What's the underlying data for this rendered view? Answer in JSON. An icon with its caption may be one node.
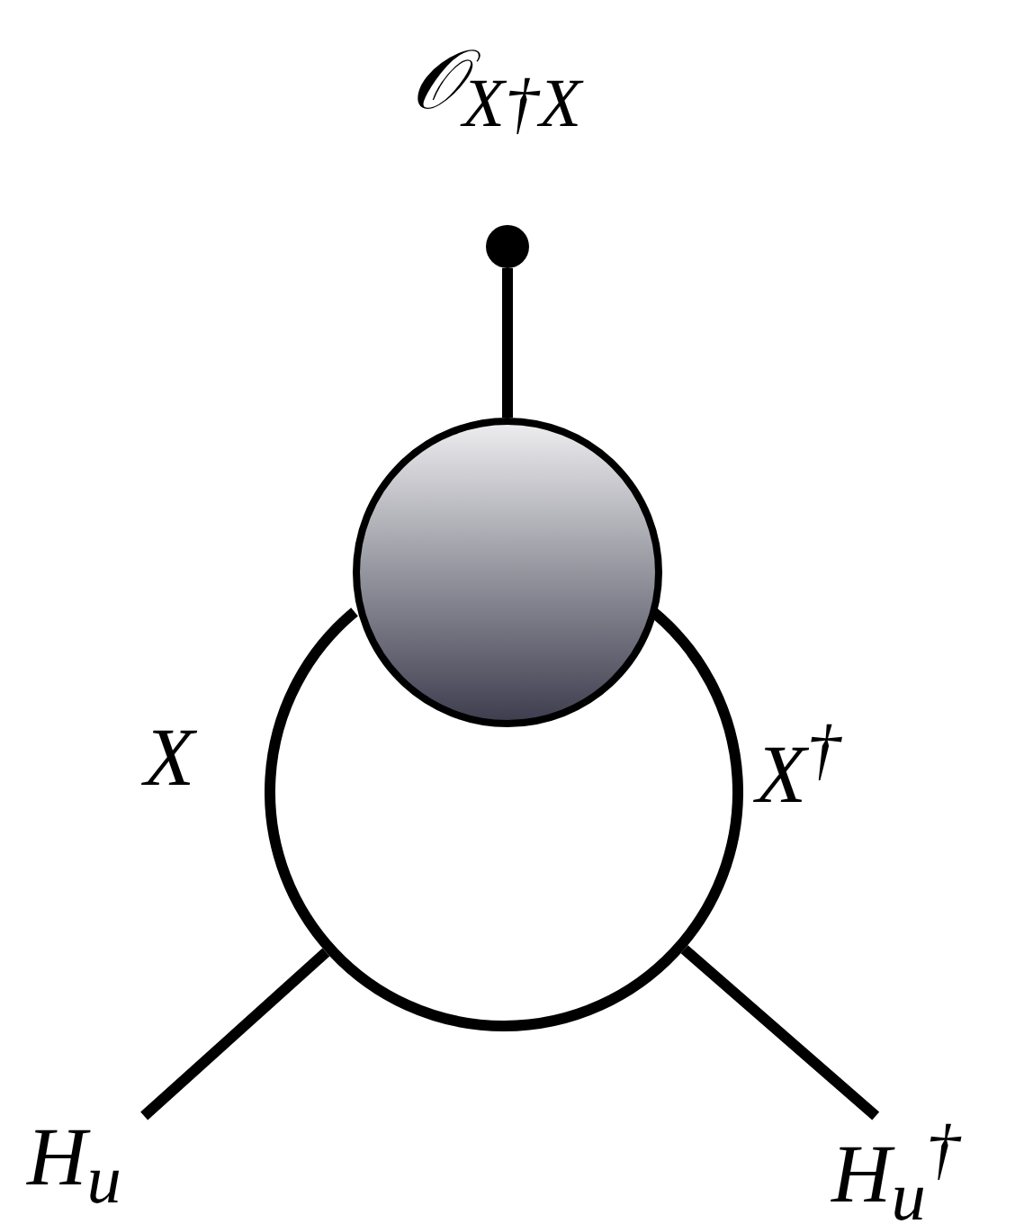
{
  "diagram": {
    "nodes": [
      {
        "text": [],
        "shape": "circle",
        "beside": [
          "𝒪$_{X†X}$"
        ]
      },
      {
        "text": [],
        "shape": "circle"
      },
      {
        "text": [],
        "shape": "circle"
      },
      {
        "text": [
          "H$_{u}$"
        ]
      },
      {
        "text": [
          "H$_{u}$$^{†}$"
        ]
      }
    ],
    "edges": [
      {
        "from": 0,
        "to": 1,
        "arrow": "none"
      },
      {
        "from": 3,
        "to": 2,
        "arrow": "none"
      },
      {
        "from": 4,
        "to": 2,
        "arrow": "none"
      }
    ],
    "labels": [
      "X",
      "X$^{†}$"
    ]
  }
}
